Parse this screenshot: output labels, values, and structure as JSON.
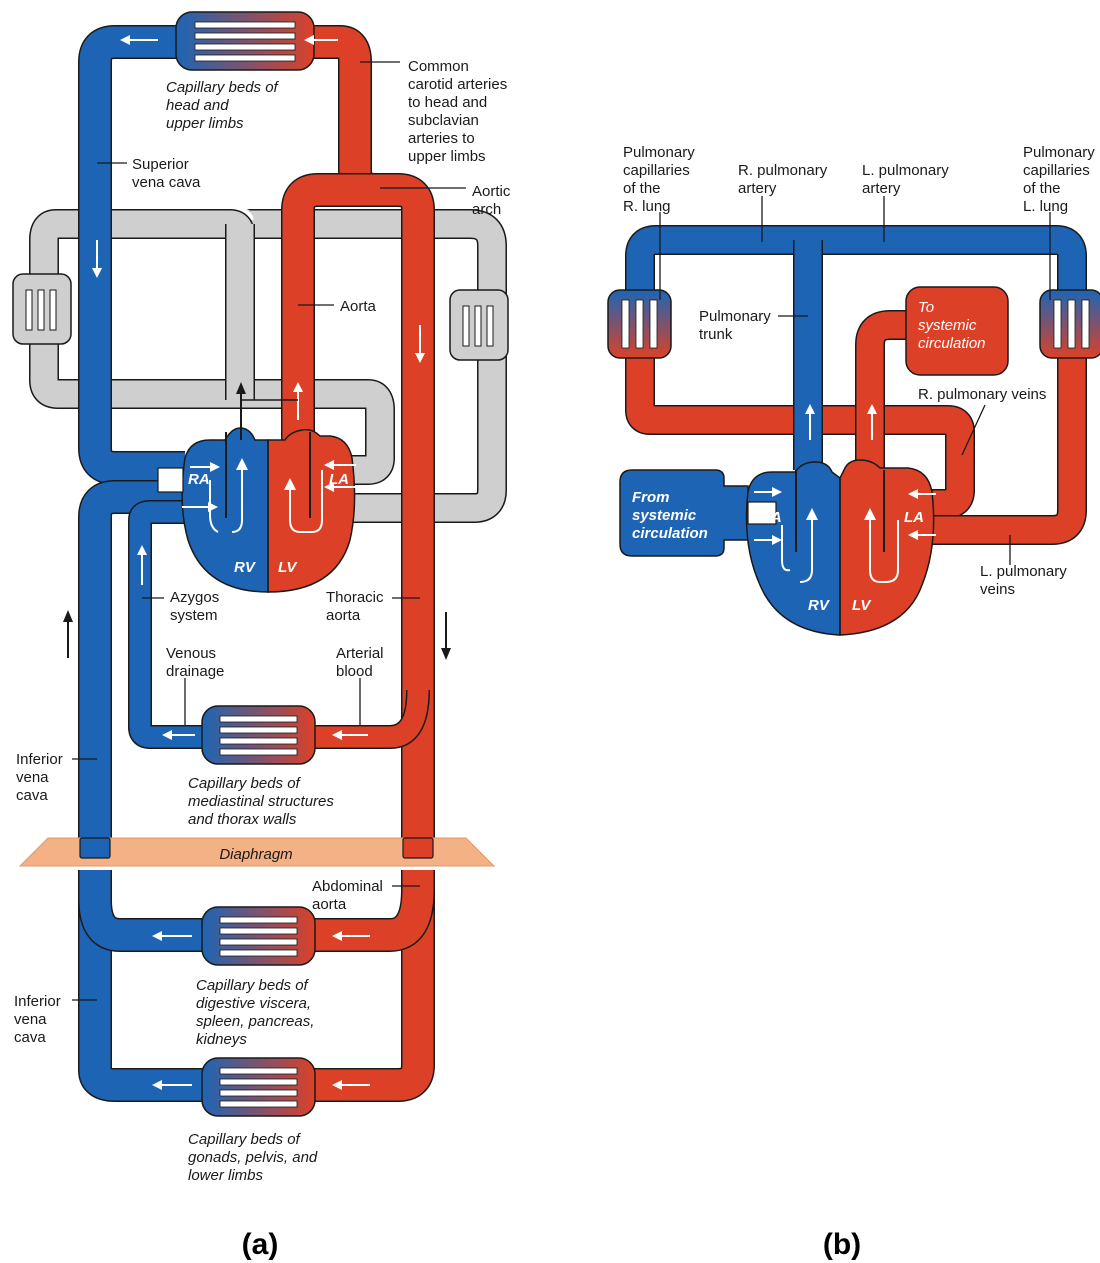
{
  "colors": {
    "venous": "#1d65b4",
    "arterial": "#dc4128",
    "lymph_gray": "#cfcfcf",
    "diaphragm": "#f3b185",
    "outline": "#1a1a1a"
  },
  "panel_a": {
    "caption": "(a)",
    "labels": {
      "cap_head": [
        "Capillary beds of",
        "head and",
        "upper limbs"
      ],
      "carotid": [
        "Common",
        "carotid arteries",
        "to head and",
        "subclavian",
        "arteries to",
        "upper limbs"
      ],
      "svc": [
        "Superior",
        "vena cava"
      ],
      "aortic_arch": [
        "Aortic",
        "arch"
      ],
      "aorta": "Aorta",
      "ra": "RA",
      "la": "LA",
      "rv": "RV",
      "lv": "LV",
      "azygos": [
        "Azygos",
        "system"
      ],
      "thoracic": [
        "Thoracic",
        "aorta"
      ],
      "venous_drainage": [
        "Venous",
        "drainage"
      ],
      "arterial_blood": [
        "Arterial",
        "blood"
      ],
      "ivc_upper": [
        "Inferior",
        "vena",
        "cava"
      ],
      "cap_mediastinal": [
        "Capillary beds of",
        "mediastinal structures",
        "and thorax walls"
      ],
      "diaphragm": "Diaphragm",
      "abdominal": [
        "Abdominal",
        "aorta"
      ],
      "ivc_lower": [
        "Inferior",
        "vena",
        "cava"
      ],
      "cap_digestive": [
        "Capillary beds of",
        "digestive viscera,",
        "spleen, pancreas,",
        "kidneys"
      ],
      "cap_gonads": [
        "Capillary beds of",
        "gonads, pelvis, and",
        "lower limbs"
      ]
    }
  },
  "panel_b": {
    "caption": "(b)",
    "labels": {
      "pc_r": [
        "Pulmonary",
        "capillaries",
        "of the",
        "R. lung"
      ],
      "r_pa": [
        "R. pulmonary",
        "artery"
      ],
      "l_pa": [
        "L. pulmonary",
        "artery"
      ],
      "pc_l": [
        "Pulmonary",
        "capillaries",
        "of the",
        "L. lung"
      ],
      "trunk": [
        "Pulmonary",
        "trunk"
      ],
      "to_sys": [
        "To",
        "systemic",
        "circulation"
      ],
      "r_pv": "R. pulmonary veins",
      "from_sys": [
        "From",
        "systemic",
        "circulation"
      ],
      "ra": "RA",
      "la": "LA",
      "rv": "RV",
      "lv": "LV",
      "l_pv": [
        "L. pulmonary",
        "veins"
      ]
    }
  }
}
